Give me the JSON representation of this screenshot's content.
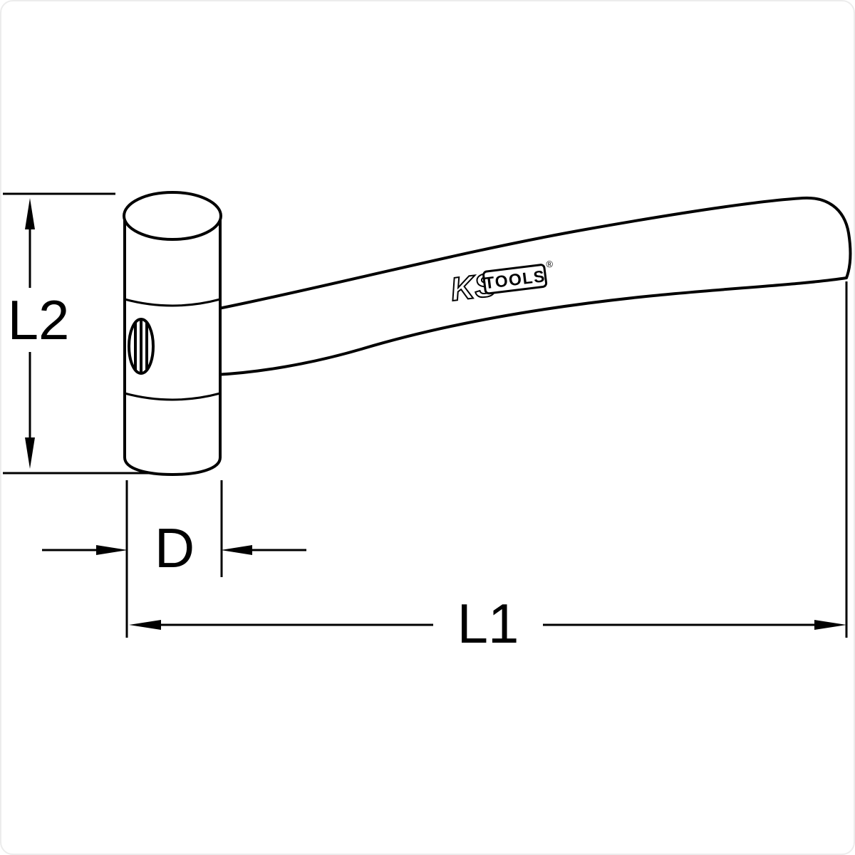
{
  "page": {
    "background": "#ffffff",
    "line_color": "#000000"
  },
  "drawing": {
    "subject": "mallet-technical-line-drawing",
    "brand_logo": {
      "ks": "KS",
      "tools": "TOOLS",
      "registered": "®"
    },
    "dimension_labels": {
      "l2": "L2",
      "d": "D",
      "l1": "L1"
    }
  }
}
